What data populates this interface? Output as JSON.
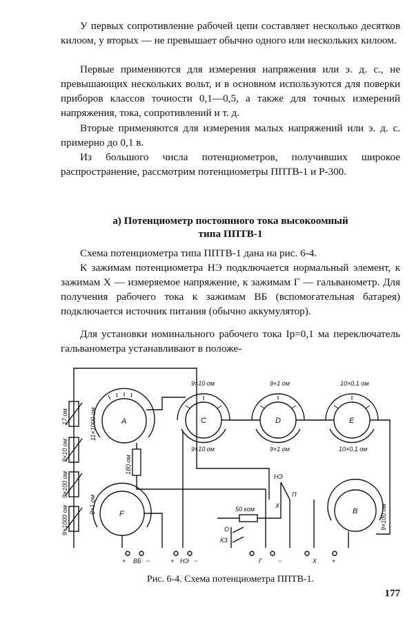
{
  "paragraphs": [
    "У первых сопротивление рабочей цепи составляет несколько десятков килоом, у вторых — не превышает обычно одного или нескольких килоом.",
    "Первые применяются для измерения напряжения или э. д. с., не превышающих нескольких вольт, и в основном используются для поверки приборов классов точности 0,1—0,5, а также для точных измерений напряжения, тока, сопротивлений и т. д.",
    "Вторые применяются для измерения малых напряжений или э. д. с. примерно до 0,1 в.",
    "Из большого числа потенциометров, получивших широкое распространение, рассмотрим потенциометры ППТВ-1 и Р-300."
  ],
  "section_heading": {
    "line1": "а) Потенциометр постоянного тока высокоомный",
    "line2": "типа ППТВ-1"
  },
  "paragraphs2": [
    "Схема потенциометра типа ППТВ-1 дана на рис. 6-4.",
    "К зажимам потенциометра НЭ подключается нормальный элемент, к зажимам X — измеряемое напряжение, к зажимам Г — гальванометр. Для получения рабочего тока к зажимам ВБ (вспомогательная батарея) подключается источник питания (обычно аккумулятор).",
    "Для установки номинального рабочего тока Iр=0,1 ма переключатель гальванометра устанавливают в положе-"
  ],
  "figure": {
    "dials": {
      "A": "A",
      "C": "C",
      "D": "D",
      "E": "E",
      "F": "F",
      "B": "В"
    },
    "labels": {
      "a_side": "11×1000 ом",
      "c_top": "9×10 ом",
      "c_bottom": "9×10 ом",
      "d_top": "9×1 ом",
      "d_bottom": "9×1 ом",
      "e_top": "10×0,1 ом",
      "e_bottom": "10×0,1 ом",
      "f_side": "9×1 ом",
      "b_side": "9×100 ом",
      "r180": "180 ом",
      "r50k": "50 ком",
      "rheo1": "17 ом",
      "rheo2": "9×10 ом",
      "rheo3": "9×100 ом",
      "rheo4": "9×1000 ом",
      "sw_ne": "НЭ",
      "sw_p": "П",
      "sw_x": "Х",
      "sw_o": "О",
      "sw_kz": "КЗ"
    },
    "terminals": [
      "+",
      "ВБ",
      "−",
      "+",
      "НЭ",
      "−",
      "Г",
      "−",
      "Х",
      "+"
    ]
  },
  "caption": "Рис. 6-4. Схема потенциометра ППТВ-1.",
  "page_number": "177"
}
